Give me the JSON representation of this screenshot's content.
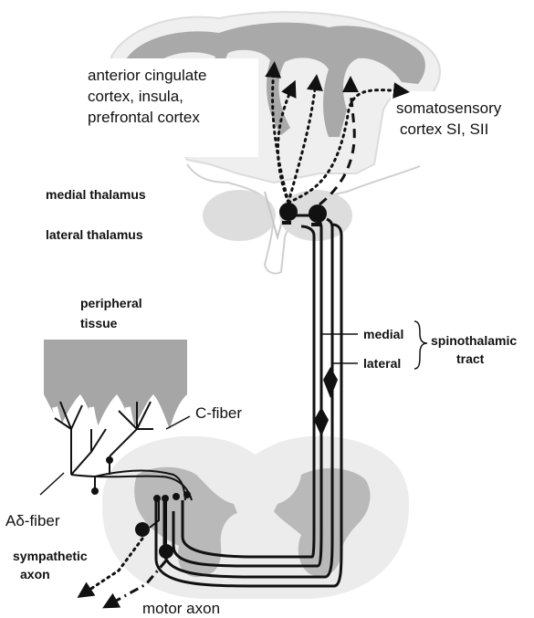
{
  "labels": {
    "cortex_left": [
      "anterior cingulate",
      "cortex, insula,",
      "prefrontal cortex"
    ],
    "cortex_right": [
      "somatosensory",
      "cortex SI, SII"
    ],
    "medial_thalamus": "medial thalamus",
    "lateral_thalamus": "lateral thalamus",
    "peripheral_tissue": [
      "peripheral",
      "tissue"
    ],
    "c_fiber": "C-fiber",
    "a_delta_fiber": "Aδ-fiber",
    "sympathetic_axon": [
      "sympathetic",
      "axon"
    ],
    "motor_axon": "motor axon",
    "tract_medial": "medial",
    "tract_lateral": "lateral",
    "spinothalamic_tract": [
      "spinothalamic",
      "tract"
    ]
  },
  "colors": {
    "brain_fill": "#e6e6e6",
    "cortex_gray": "#a9a9a9",
    "grey_matter": "#b9b9b9",
    "tissue": "#a6a6a6",
    "line": "#111111"
  }
}
